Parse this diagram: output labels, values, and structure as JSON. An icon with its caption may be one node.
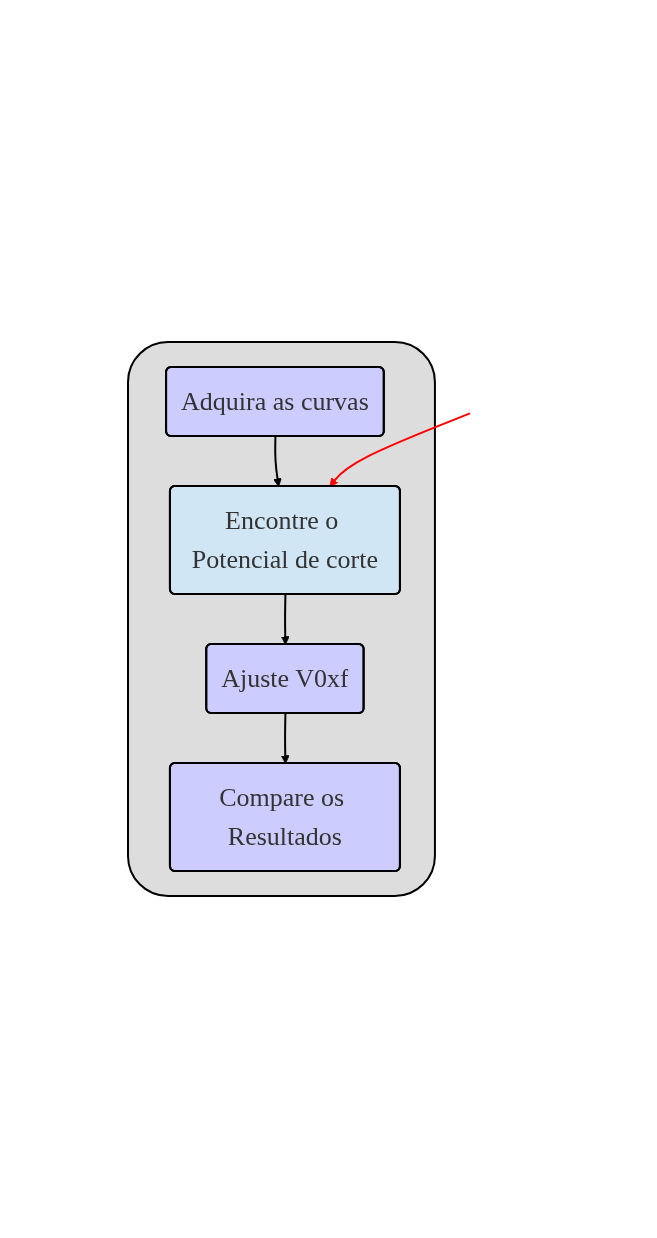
{
  "diagram": {
    "nodes": [
      {
        "text": [],
        "shape": "box"
      },
      {
        "text": [
          "Adquira as curvas"
        ],
        "in": 0
      },
      {
        "text": [
          "Encontre o Potencial de corte"
        ],
        "in": 0
      },
      {
        "text": [
          "Ajuste V0xf"
        ],
        "in": 0
      },
      {
        "text": [
          "Compare os Resultados"
        ],
        "in": 0
      }
    ],
    "edges": [
      {
        "from": 1,
        "to": 2,
        "arrow": "to"
      },
      {
        "from": 2,
        "to": 3,
        "arrow": "to"
      },
      {
        "from": 3,
        "to": 4,
        "arrow": "to"
      },
      {
        "from": null,
        "to": 2,
        "arrow": "to",
        "color": "#ff0000"
      }
    ]
  }
}
